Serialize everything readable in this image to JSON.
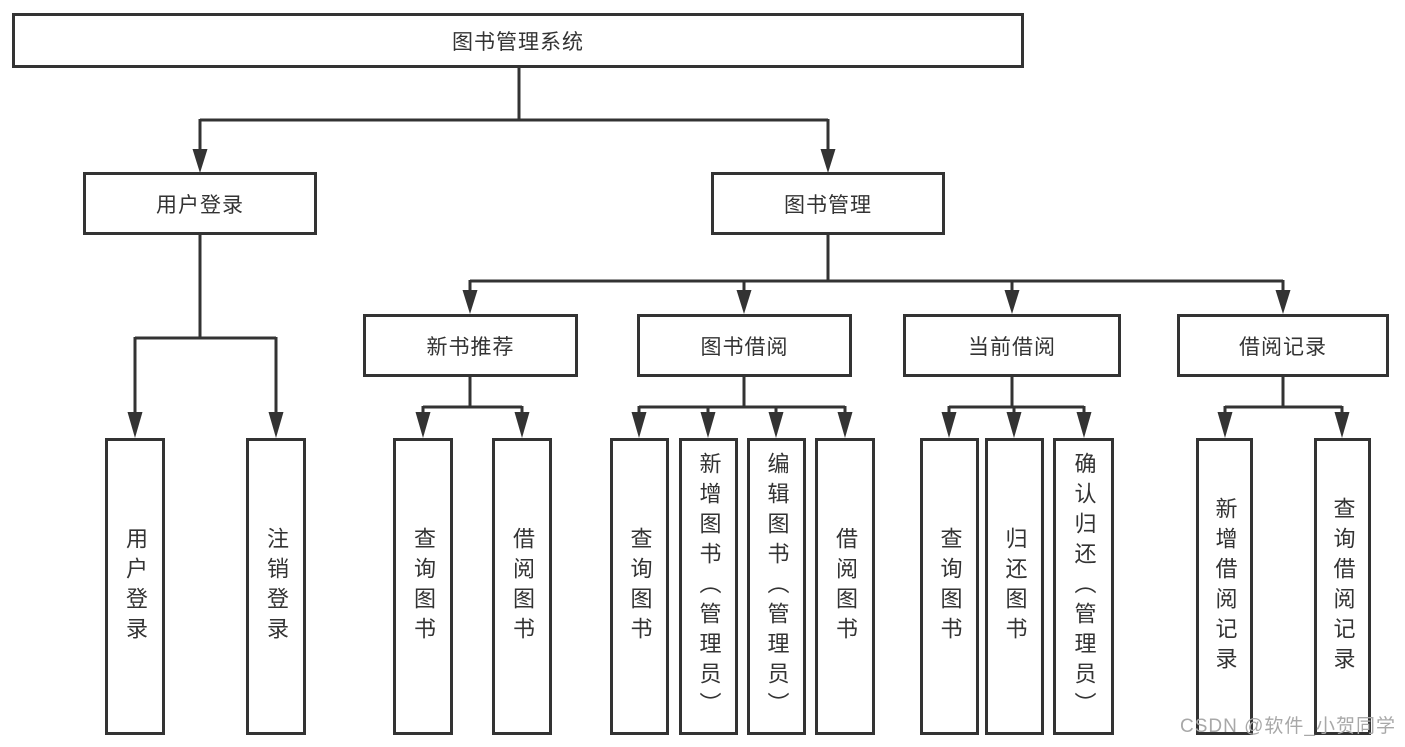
{
  "diagram": {
    "root": {
      "label": "图书管理系统"
    },
    "level2": [
      {
        "label": "用户登录",
        "children": [
          {
            "label": "用户登录"
          },
          {
            "label": "注销登录"
          }
        ]
      },
      {
        "label": "图书管理"
      }
    ],
    "level3": [
      {
        "label": "新书推荐",
        "children": [
          {
            "label": "查询图书"
          },
          {
            "label": "借阅图书"
          }
        ]
      },
      {
        "label": "图书借阅",
        "children": [
          {
            "label": "查询图书"
          },
          {
            "label": "新增图书（管理员）"
          },
          {
            "label": "编辑图书（管理员）"
          },
          {
            "label": "借阅图书"
          }
        ]
      },
      {
        "label": "当前借阅",
        "children": [
          {
            "label": "查询图书"
          },
          {
            "label": "归还图书"
          },
          {
            "label": "确认归还（管理员）"
          }
        ]
      },
      {
        "label": "借阅记录",
        "children": [
          {
            "label": "新增借阅记录"
          },
          {
            "label": "查询借阅记录"
          }
        ]
      }
    ]
  },
  "watermark": {
    "text": "CSDN @软件_小贺同学"
  },
  "colors": {
    "line": "#333333",
    "text": "#333333",
    "box_background": "#ffffff",
    "page_background": "#ffffff",
    "watermark": "#a8a8a8"
  }
}
